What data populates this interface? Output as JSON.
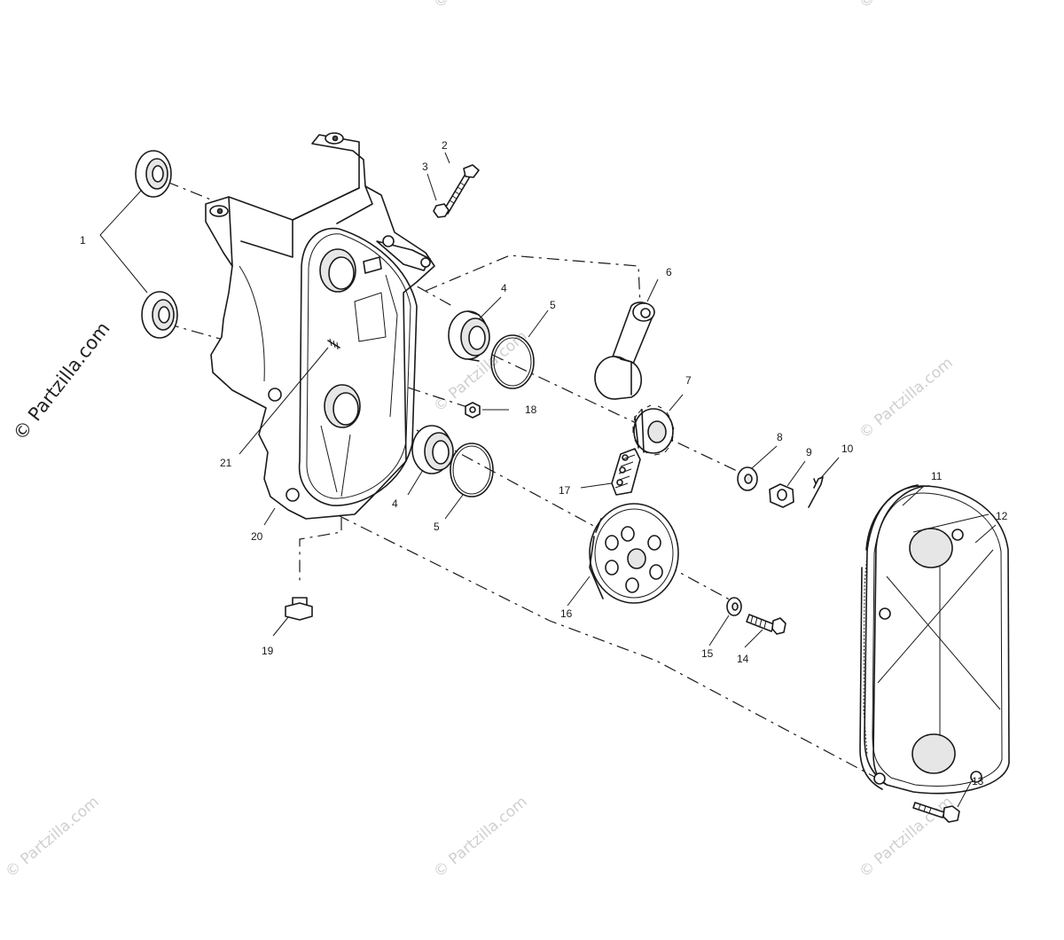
{
  "callouts": [
    {
      "id": "1",
      "label": "1"
    },
    {
      "id": "2",
      "label": "2"
    },
    {
      "id": "3",
      "label": "3"
    },
    {
      "id": "4a",
      "label": "4"
    },
    {
      "id": "4b",
      "label": "4"
    },
    {
      "id": "5a",
      "label": "5"
    },
    {
      "id": "5b",
      "label": "5"
    },
    {
      "id": "6",
      "label": "6"
    },
    {
      "id": "7",
      "label": "7"
    },
    {
      "id": "8",
      "label": "8"
    },
    {
      "id": "9",
      "label": "9"
    },
    {
      "id": "10",
      "label": "10"
    },
    {
      "id": "11",
      "label": "11"
    },
    {
      "id": "12",
      "label": "12"
    },
    {
      "id": "13",
      "label": "13"
    },
    {
      "id": "14",
      "label": "14"
    },
    {
      "id": "15",
      "label": "15"
    },
    {
      "id": "16",
      "label": "16"
    },
    {
      "id": "17",
      "label": "17"
    },
    {
      "id": "18",
      "label": "18"
    },
    {
      "id": "19",
      "label": "19"
    },
    {
      "id": "20",
      "label": "20"
    },
    {
      "id": "21",
      "label": "21"
    }
  ],
  "watermark": {
    "main": "© Partzilla.com",
    "tile": "© Partzilla.com"
  }
}
